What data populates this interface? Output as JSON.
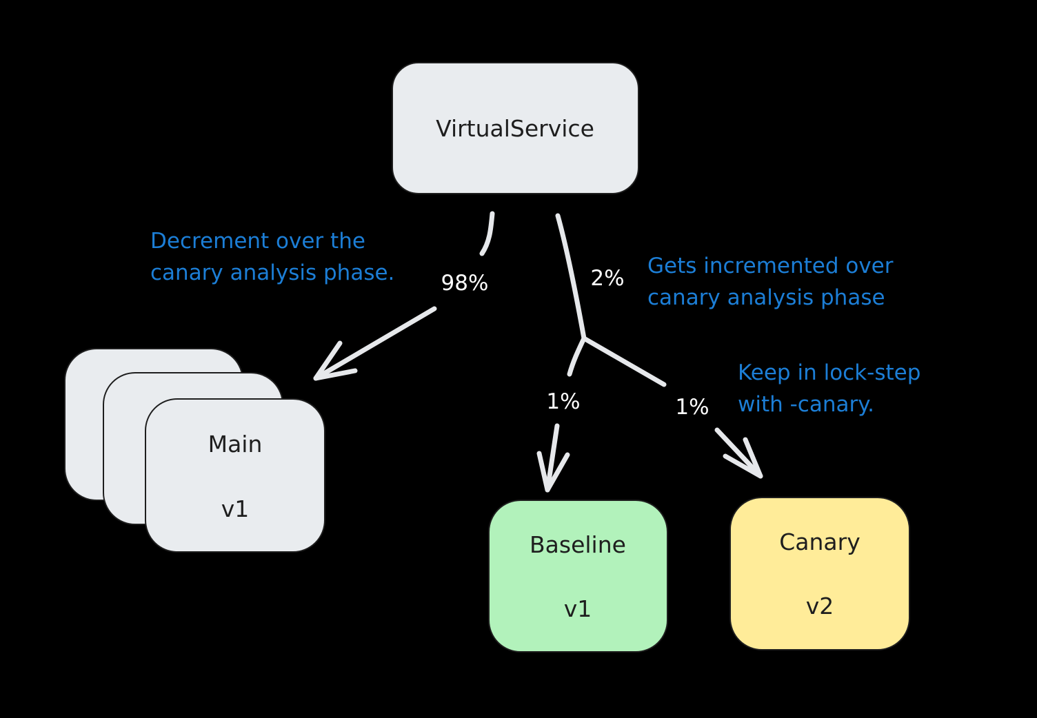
{
  "colors": {
    "background": "#000000",
    "node_gray": "#e9ecef",
    "node_green": "#b2f2bb",
    "node_yellow": "#ffec99",
    "node_stroke": "#1e1e1e",
    "edge": "#e6e8eb",
    "edge_label": "#ffffff",
    "annotation": "#1c7ed6"
  },
  "nodes": {
    "virtual_service": {
      "label": "VirtualService"
    },
    "main": {
      "title": "Main",
      "version": "v1"
    },
    "baseline": {
      "title": "Baseline",
      "version": "v1"
    },
    "canary": {
      "title": "Canary",
      "version": "v2"
    }
  },
  "edges": {
    "to_main": {
      "label": "98%"
    },
    "to_split": {
      "label": "2%"
    },
    "to_baseline": {
      "label": "1%"
    },
    "to_canary": {
      "label": "1%"
    }
  },
  "annotations": {
    "decrement": {
      "line1": "Decrement over the",
      "line2": "canary analysis phase."
    },
    "increment": {
      "line1": "Gets incremented over",
      "line2": "canary analysis phase"
    },
    "lockstep": {
      "line1": "Keep in lock-step",
      "line2": "with -canary."
    }
  }
}
